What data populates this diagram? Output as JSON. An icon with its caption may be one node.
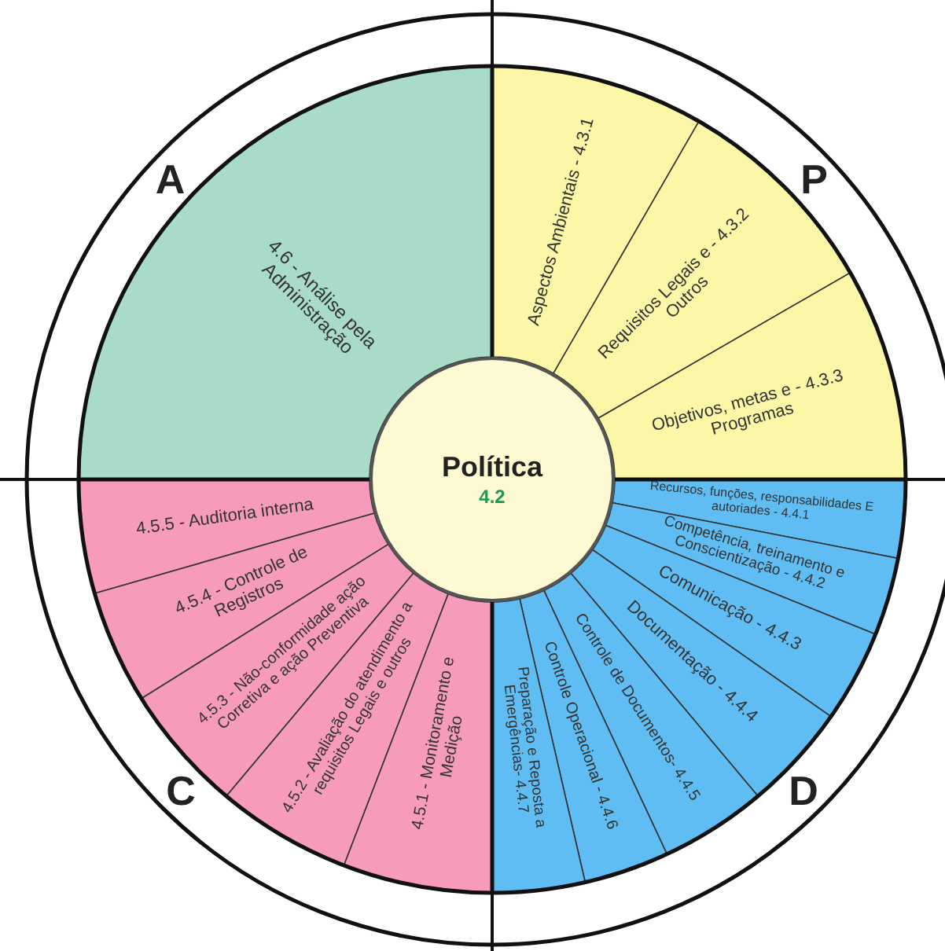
{
  "diagram": {
    "nodes": [
      {
        "text": [
          "Política",
          "4.2"
        ]
      },
      {
        "text": [
          "4.6 - Análise pela Administração"
        ]
      },
      {
        "text": [
          "Aspectos Ambientais - 4.3.1"
        ]
      },
      {
        "text": [
          "Requisitos Legais e - 4.3.2 Outros"
        ]
      },
      {
        "text": [
          "Objetivos, metas e - 4.3.3 Programas"
        ]
      },
      {
        "text": [
          "Recursos, funções, responsabilidades E autoriades - 4.4.1"
        ]
      },
      {
        "text": [
          "Competência, treinamento e Conscientização - 4.4.2"
        ]
      },
      {
        "text": [
          "Comunicação - 4.4.3"
        ]
      },
      {
        "text": [
          "Documentação - 4.4.4"
        ]
      },
      {
        "text": [
          "Controle de Documentos- 4.4.5"
        ]
      },
      {
        "text": [
          "Controle Operacional - 4.4.6"
        ]
      },
      {
        "text": [
          "Preparação e Reposta a Emergências- 4.4.7"
        ]
      },
      {
        "text": [
          "4.5.5 - Auditoria interna"
        ]
      },
      {
        "text": [
          "4.5.4 - Controle de Registros"
        ]
      },
      {
        "text": [
          "4.5.3 - Não-conformidade ação Corretiva e ação Preventiva"
        ]
      },
      {
        "text": [
          "4.5.2 - Avaliação do atendimento a requisitos Legais e outros"
        ]
      },
      {
        "text": [
          "4.5.1 - Monitoramento e Medição"
        ]
      }
    ],
    "labels": [
      "A",
      "P",
      "C",
      "D"
    ]
  }
}
